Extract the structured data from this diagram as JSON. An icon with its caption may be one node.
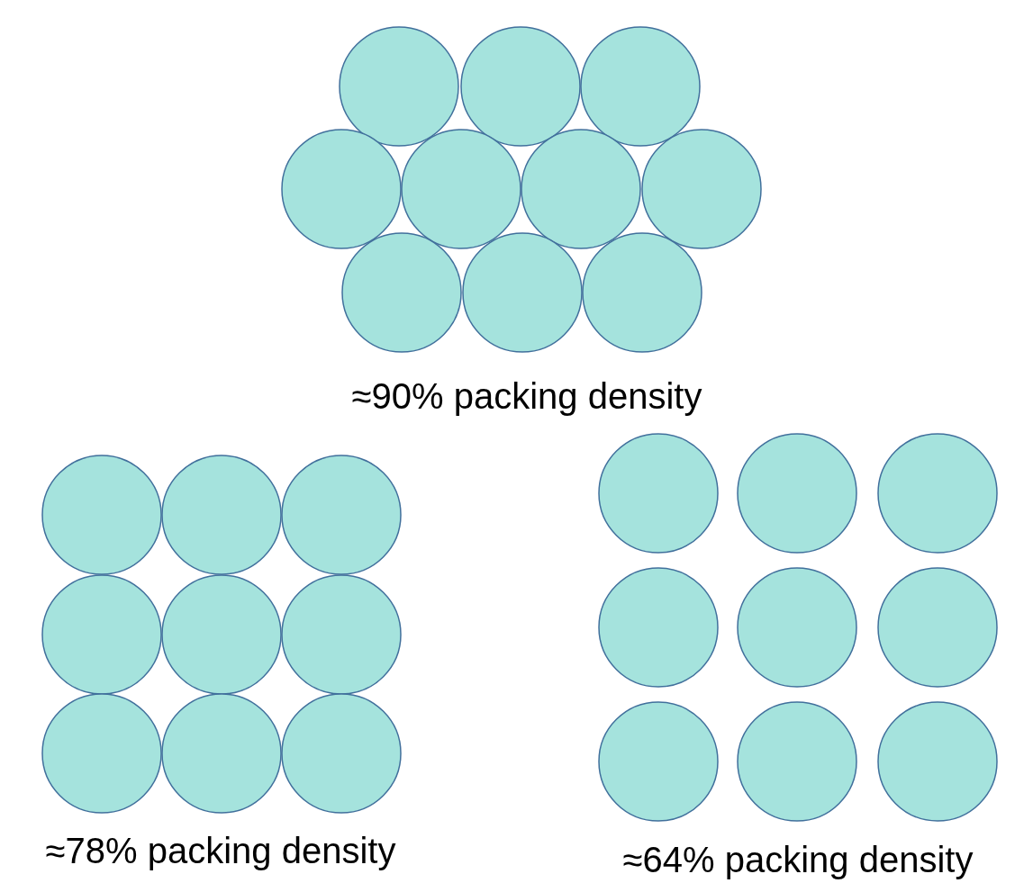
{
  "diagram": {
    "labels": [
      "≈90% packing density",
      "≈78% packing density",
      "≈64% packing density"
    ]
  }
}
